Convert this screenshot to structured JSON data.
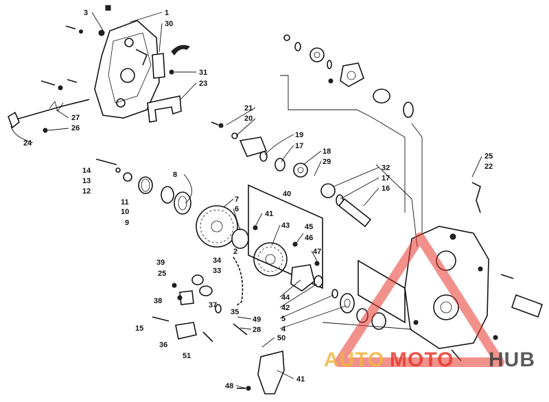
{
  "callouts": {
    "c1": "1",
    "c2": "2",
    "c3": "3",
    "c4": "4",
    "c5": "5",
    "c6": "6",
    "c7": "7",
    "c8": "8",
    "c9": "9",
    "c10": "10",
    "c11": "11",
    "c12": "12",
    "c13": "13",
    "c14": "14",
    "c15": "15",
    "c16": "16",
    "c17a": "17",
    "c17b": "17",
    "c18": "18",
    "c19": "19",
    "c20": "20",
    "c21": "21",
    "c22": "22",
    "c23": "23",
    "c24": "24",
    "c25a": "25",
    "c25b": "25",
    "c26": "26",
    "c27": "27",
    "c28": "28",
    "c29": "29",
    "c30": "30",
    "c31": "31",
    "c32": "32",
    "c33": "33",
    "c34": "34",
    "c35": "35",
    "c36": "36",
    "c37": "37",
    "c38": "38",
    "c39": "39",
    "c40": "40",
    "c41a": "41",
    "c41b": "41",
    "c42": "42",
    "c43": "43",
    "c44": "44",
    "c45": "45",
    "c46": "46",
    "c47": "47",
    "c48": "48",
    "c49": "49",
    "c50": "50",
    "c51": "51"
  },
  "watermark": {
    "auto": "AUTO",
    "moto": "MOTO",
    "hub": "HUB",
    "color_accent": "#e8372c",
    "color_gold": "#f2b441",
    "color_dark": "#3d3d3d"
  }
}
